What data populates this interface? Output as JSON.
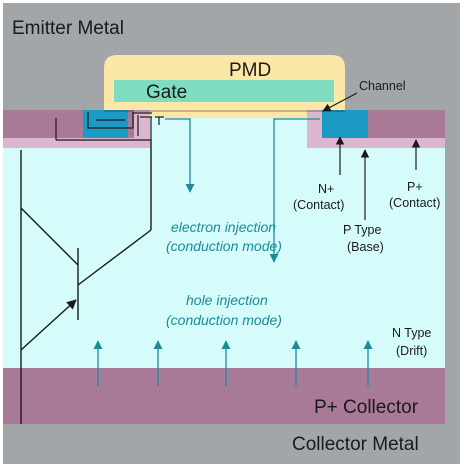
{
  "labels": {
    "emitter_metal": "Emitter Metal",
    "pmd": "PMD",
    "gate": "Gate",
    "channel": "Channel",
    "n_plus_contact_line1": "N+",
    "n_plus_contact_line2": "(Contact)",
    "p_type_base_line1": "P Type",
    "p_type_base_line2": "(Base)",
    "p_plus_contact_line1": "P+",
    "p_plus_contact_line2": "(Contact)",
    "electron_injection_line1": "electron injection",
    "electron_injection_line2": "(conduction mode)",
    "hole_injection_line1": "hole injection",
    "hole_injection_line2": "(conduction mode)",
    "n_type_drift_line1": "N Type",
    "n_type_drift_line2": "(Drift)",
    "p_plus_collector": "P+ Collector",
    "collector_metal": "Collector Metal"
  },
  "colors": {
    "metal": "#a3a6a8",
    "pmd": "#fbe8a8",
    "gate": "#7fdcc1",
    "p_plus": "#a87a98",
    "p_base": "#dcb5cf",
    "n_plus": "#1b9bc4",
    "drift": "#d6fbfb",
    "arrow_teal": "#1b8a9a",
    "line_dark": "#1a1a1a"
  }
}
